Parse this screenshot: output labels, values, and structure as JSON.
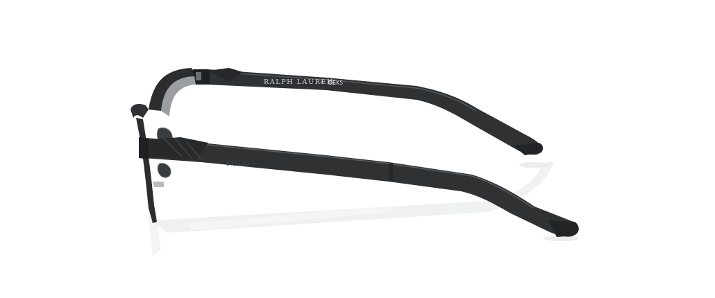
{
  "product": {
    "view": "side profile",
    "colors": {
      "background": "#ffffff",
      "frame": "#2f3133",
      "frame_dark": "#1f2022",
      "frame_highlight": "#5a5d60",
      "lens_rim": "#8c9095",
      "reflection": "#e9eaeb",
      "imprint": "#d8dadb",
      "logo_tint": "#44474a"
    },
    "temple_text": {
      "brand": "RALPH LAUREN",
      "trademark": "©",
      "certification": "CE",
      "code": "K5"
    },
    "arm_logo": "POLO"
  }
}
